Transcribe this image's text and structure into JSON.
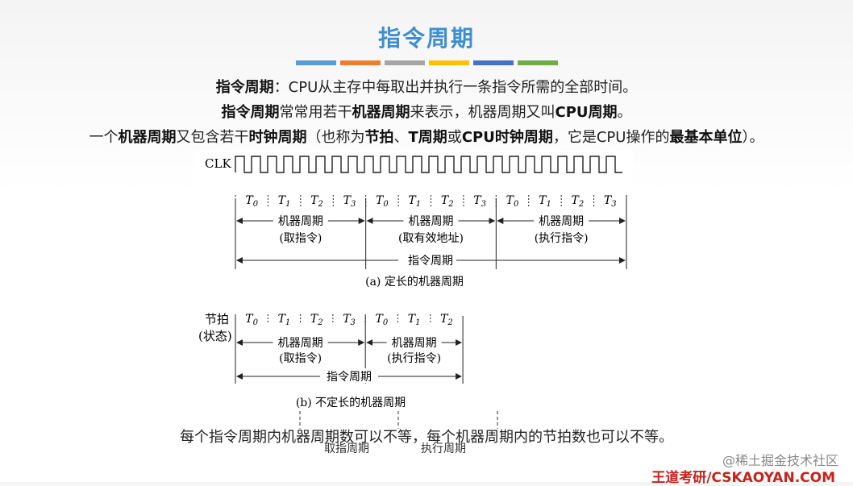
{
  "title": "指令周期",
  "colorbar": [
    "#5b9bd5",
    "#ed7d31",
    "#a5a5a5",
    "#ffc000",
    "#4472c4",
    "#70ad47"
  ],
  "line1": {
    "b1": "指令周期",
    "t1": "：CPU从主存中每取出并执行一条指令所需的全部时间。"
  },
  "line2": {
    "b1": "指令周期",
    "t1": "常常用若干",
    "b2": "机器周期",
    "t2": "来表示，机器周期又叫",
    "b3": "CPU周期",
    "t3": "。"
  },
  "line3": {
    "t0": "一个",
    "b1": "机器周期",
    "t1": "又包含若干",
    "b2": "时钟周期",
    "t2": "（也称为",
    "b3": "节拍",
    "t3": "、",
    "b4": "T周期",
    "t4": "或",
    "b5": "CPU时钟周期",
    "t5": "，它是CPU操作的",
    "b6": "最基本单位",
    "t6": "）。"
  },
  "diagram_a": {
    "clk_label": "CLK",
    "beats": [
      "T0",
      "T1",
      "T2",
      "T3",
      "T0",
      "T1",
      "T2",
      "T3",
      "T0",
      "T1",
      "T2",
      "T3"
    ],
    "machine_cycles": [
      {
        "name": "机器周期",
        "sub": "(取指令)"
      },
      {
        "name": "机器周期",
        "sub": "(取有效地址)"
      },
      {
        "name": "机器周期",
        "sub": "(执行指令)"
      }
    ],
    "instruction_cycle": "指令周期",
    "caption": "(a) 定长的机器周期"
  },
  "diagram_b": {
    "beat_label_1": "节拍",
    "beat_label_2": "(状态)",
    "beats": [
      "T0",
      "T1",
      "T2",
      "T3",
      "T0",
      "T1",
      "T2"
    ],
    "machine_cycles": [
      {
        "name": "机器周期",
        "sub": "(取指令)"
      },
      {
        "name": "机器周期",
        "sub": "(执行指令)"
      }
    ],
    "instruction_cycle": "指令周期",
    "caption": "(b) 不定长的机器周期"
  },
  "bottom_text": "每个指令周期内机器周期数可以不等，每个机器周期内的节拍数也可以不等。",
  "overlay_labels": [
    "取指周期",
    "执行周期"
  ],
  "watermark": "@稀土掘金技术社区",
  "brand": "王道考研/CSKAOYAN.COM"
}
